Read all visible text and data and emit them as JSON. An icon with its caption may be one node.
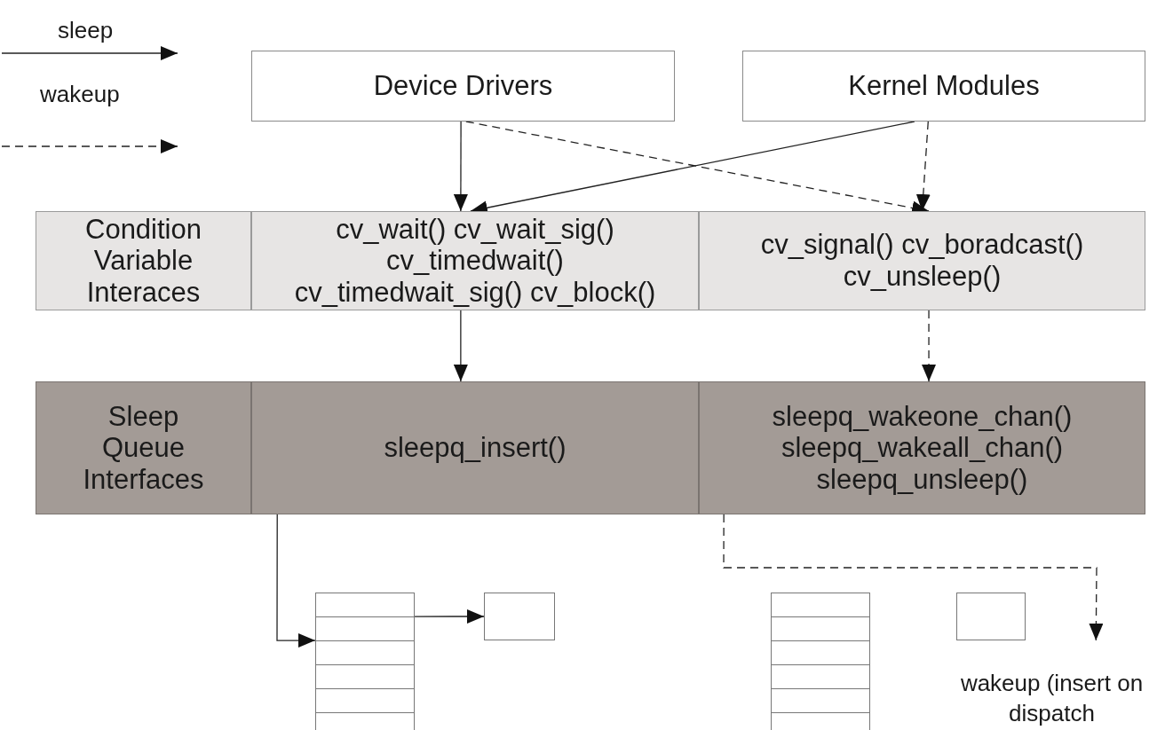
{
  "diagram": {
    "nodes": [
      {
        "text": [
          "Device Drivers"
        ]
      },
      {
        "text": [
          "Kernel Modules"
        ]
      },
      {
        "text": [
          "Condition Variable Interaces"
        ]
      },
      {
        "text": [
          "cv_wait() cv_wait_sig() cv_timedwait() cv_timedwait_sig() cv_block()"
        ]
      },
      {
        "text": [
          "cv_signal() cv_boradcast() cv_unsleep()"
        ]
      },
      {
        "text": [
          "Sleep Queue Interfaces"
        ]
      },
      {
        "text": [
          "sleepq_insert()"
        ]
      },
      {
        "text": [
          "sleepq_wakeone_chan() sleepq_wakeall_chan() sleepq_unsleep()"
        ]
      },
      {
        "text": [],
        "shape": "box"
      },
      {
        "text": [],
        "shape": "box"
      },
      {
        "text": [],
        "shape": "box"
      },
      {
        "text": [],
        "shape": "box"
      },
      {
        "text": [
          "wakeup (insert on dispatch"
        ]
      }
    ],
    "edges": [
      {
        "from": 0,
        "to": 3,
        "arrow": "to"
      },
      {
        "from": 0,
        "to": 4,
        "arrow": "to",
        "style": "dashed"
      },
      {
        "from": 1,
        "to": 3,
        "arrow": "to"
      },
      {
        "from": 1,
        "to": 4,
        "arrow": "to",
        "style": "dashed"
      },
      {
        "from": 3,
        "to": 6,
        "arrow": "to"
      },
      {
        "from": 4,
        "to": 7,
        "arrow": "to",
        "style": "dashed"
      },
      {
        "from": 6,
        "to": 8,
        "arrow": "to"
      },
      {
        "from": 8,
        "to": 9,
        "arrow": "to"
      },
      {
        "from": 7,
        "to": 12,
        "arrow": "to",
        "style": "dashed"
      }
    ],
    "legend": [
      {
        "text": "sleep"
      },
      {
        "text": "wakeup"
      }
    ]
  }
}
